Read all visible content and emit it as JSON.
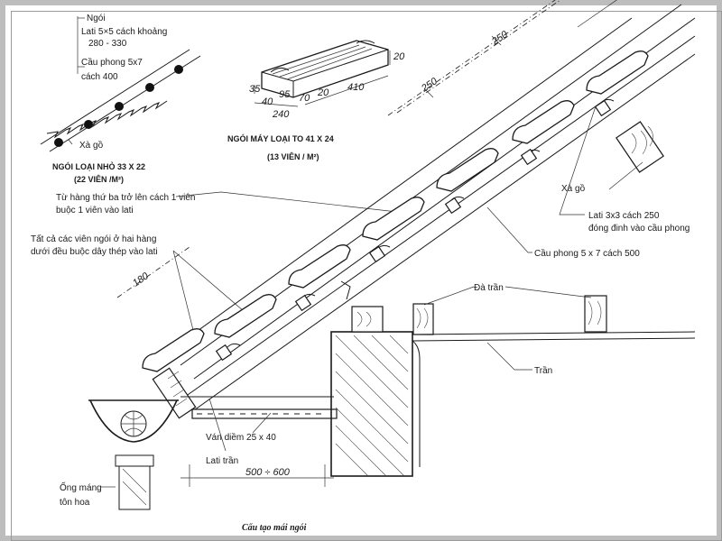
{
  "diagram": {
    "caption": "Cấu tạo mái ngói",
    "small_tile": {
      "lbl_ngoi": "Ngói",
      "lbl_lati": "Lati 5×5 cách khoảng",
      "lbl_lati_range": "280 - 330",
      "lbl_cauphong": "Cầu phong 5x7",
      "lbl_cauphong_spacing": "cách 400",
      "lbl_xago": "Xà gồ",
      "title": "NGÓI LOẠI NHỎ 33 X 22",
      "count": "(22 VIÊN /M²)"
    },
    "machine_tile": {
      "dims": [
        "35",
        "40",
        "95",
        "70",
        "20",
        "240",
        "410",
        "20"
      ],
      "title": "NGÓI MÁY LOẠI TO 41 X 24",
      "count": "(13 VIÊN / M²)"
    },
    "notes": {
      "from_third_row_1": "Từ hàng thứ ba trở lên cách 1 viên",
      "from_third_row_2": "buộc 1 viên vào lati",
      "all_tiles_1": "Tất cả các viên ngói ở hai hàng",
      "all_tiles_2": "dưới đều buộc dây thép vào lati"
    },
    "labels": {
      "xa_go": "Xà gồ",
      "lati_1": "Lati 3x3 cách 250",
      "lati_2": "đóng đinh vào cầu phong",
      "cau_phong": "Cầu phong 5 x 7 cách 500",
      "da_tran": "Đà trần",
      "tran": "Trần",
      "van_diem": "Ván diềm 25 x 40",
      "lati_tran": "Lati trần",
      "ong_mang_1": "Ống máng",
      "ong_mang_2": "tôn hoa"
    },
    "dimensions": {
      "d250a": "250",
      "d250b": "250",
      "d180": "180",
      "overhang": "500 ÷ 600"
    }
  }
}
